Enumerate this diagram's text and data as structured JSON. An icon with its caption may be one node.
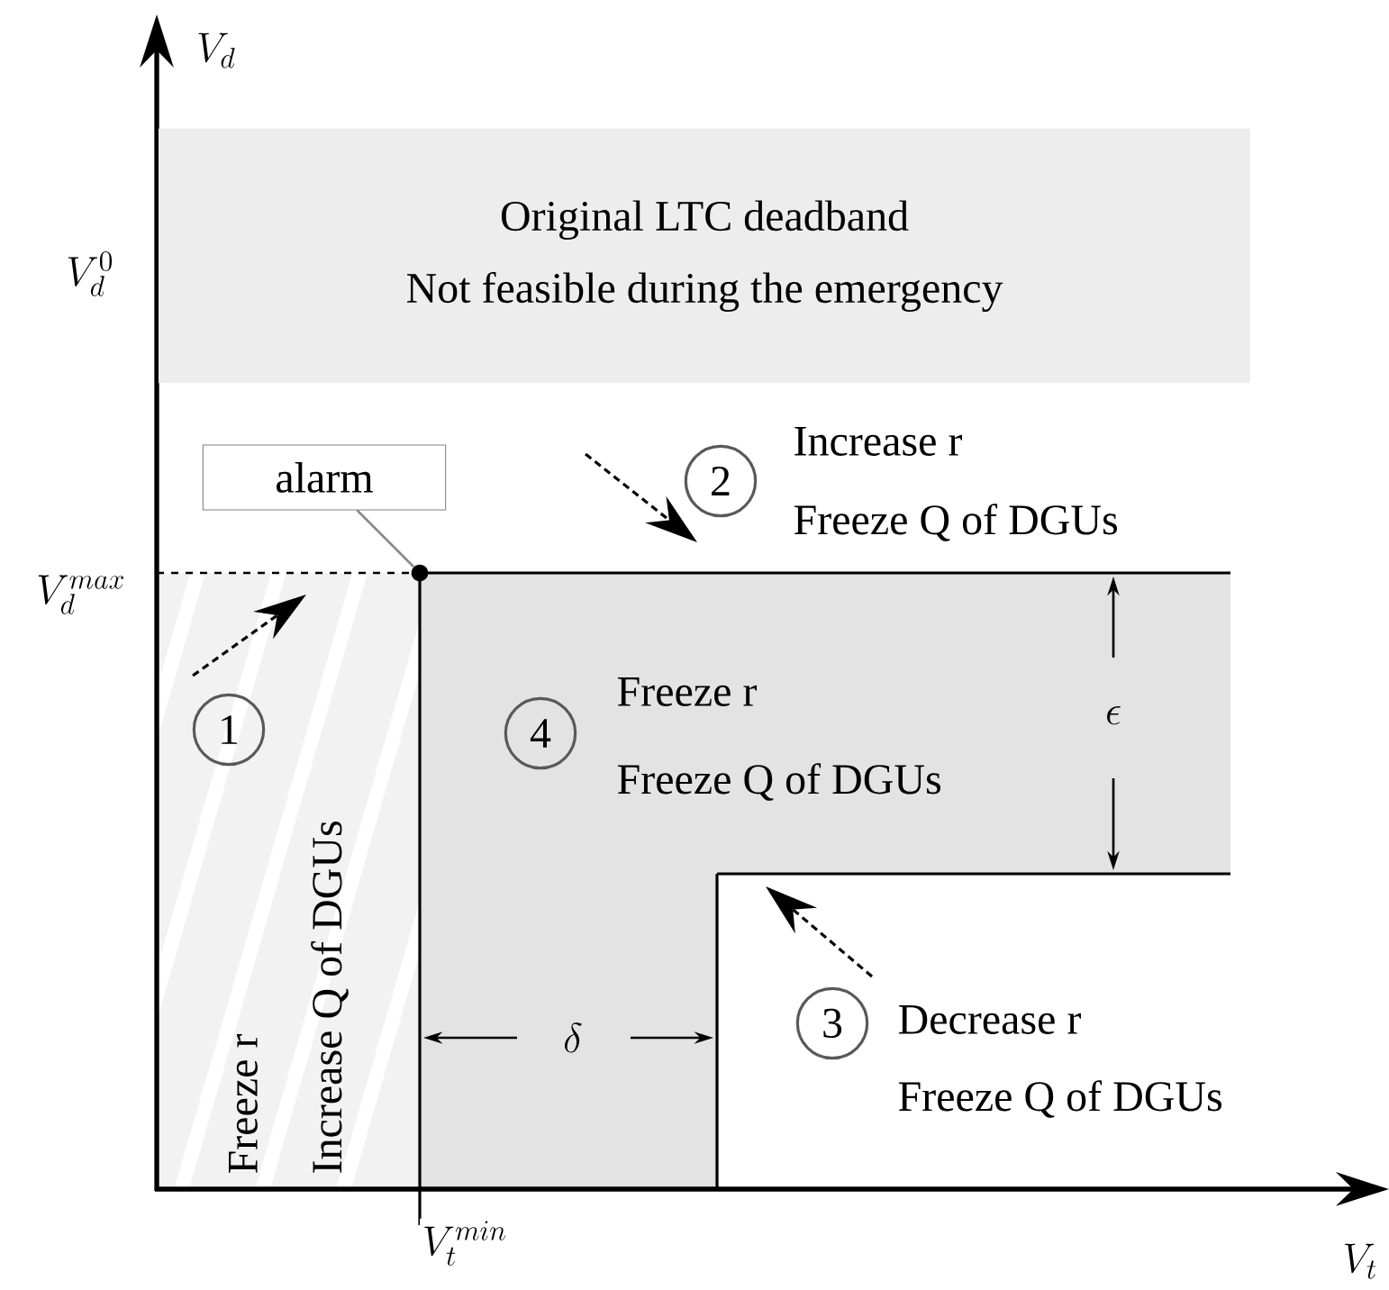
{
  "diagram": {
    "nodes": [
      {
        "text": [
          "Original LTC deadband",
          "Not feasible during the emergency"
        ]
      },
      {
        "text": [
          "alarm"
        ]
      },
      {
        "text": [],
        "shape": "circle"
      },
      {
        "text": [
          "1"
        ],
        "beside": [
          "Freeze r",
          "Increase Q of DGUs"
        ]
      },
      {
        "text": [
          "2"
        ],
        "beside": [
          "Increase r",
          "Freeze Q of DGUs"
        ]
      },
      {
        "text": [
          "4"
        ],
        "beside": [
          "Freeze r",
          "Freeze Q of DGUs"
        ]
      },
      {
        "text": [
          "3"
        ],
        "beside": [
          "Decrease r",
          "Freeze Q of DGUs"
        ]
      }
    ],
    "edges": [
      {
        "from": 1,
        "to": 2,
        "arrow": "none"
      }
    ],
    "labels": [
      "V_d",
      "V_d^0",
      "V_d^{max}",
      "\\epsilon",
      "\\delta",
      "V_t^{min}",
      "V_t"
    ]
  }
}
